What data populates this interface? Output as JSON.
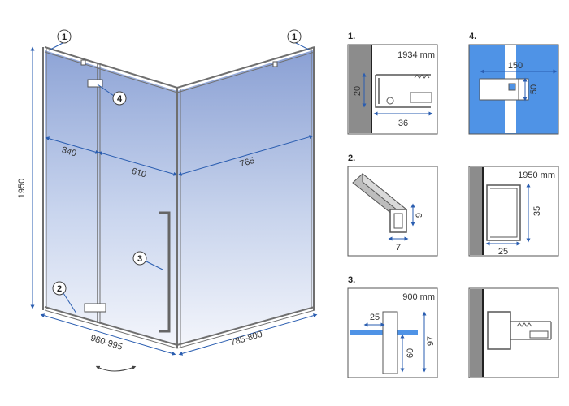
{
  "main": {
    "height_label": "1950",
    "span_left": "340",
    "span_mid": "610",
    "span_right": "765",
    "width_label": "980-995",
    "depth_label": "785-800",
    "callouts": [
      "1",
      "1",
      "2",
      "3",
      "4"
    ]
  },
  "panels": [
    {
      "num": "1.",
      "note": "1934 mm",
      "dims": [
        "20",
        "36"
      ]
    },
    {
      "num": "2.",
      "note": "",
      "dims": [
        "9",
        "7"
      ]
    },
    {
      "num": "3.",
      "note": "900 mm",
      "dims": [
        "25",
        "60",
        "97"
      ]
    },
    {
      "num": "4.",
      "note": "",
      "dims": [
        "150",
        "50"
      ]
    },
    {
      "num": "",
      "note": "1950 mm",
      "dims": [
        "35",
        "25"
      ]
    },
    {
      "num": "",
      "note": "",
      "dims": []
    }
  ],
  "colors": {
    "glass_top": "#8fa6d6",
    "glass_bottom": "#eef2fa",
    "frame": "#777777",
    "wall": "#8c8c8c",
    "glass_blue": "#4f93e6",
    "accent": "#2a5db0"
  }
}
